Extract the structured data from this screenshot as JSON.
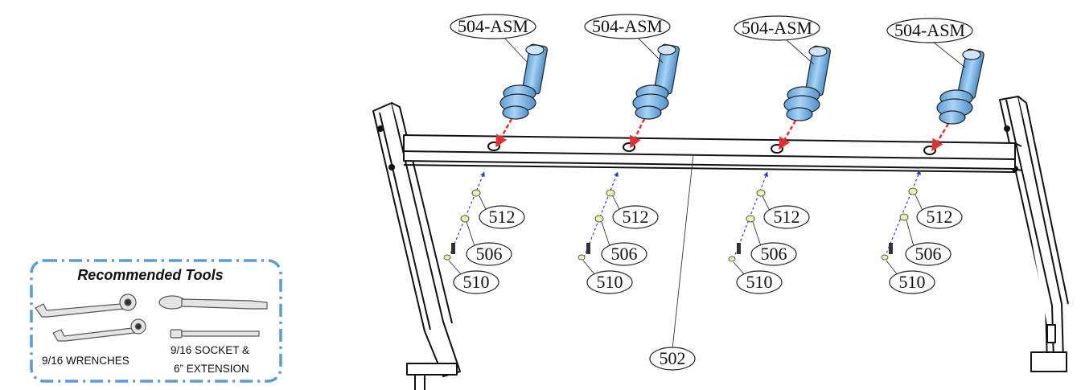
{
  "tools_box": {
    "title": "Recommended Tools",
    "wrench_caption": "9/16 WRENCHES",
    "socket_caption_line1": "9/16 SOCKET &",
    "socket_caption_line2": "6” EXTENSION",
    "border_color": "#5b9bd5"
  },
  "parts": {
    "pin_assembly": "504-ASM",
    "crossbar": "502",
    "washer": "512",
    "lock_washer": "506",
    "bolt": "510"
  },
  "colors": {
    "pin_body": "#8fc3ee",
    "arrow_red": "#e0302f",
    "arrow_blue": "#2b3fbf",
    "hardware": "#e9f5a8"
  }
}
